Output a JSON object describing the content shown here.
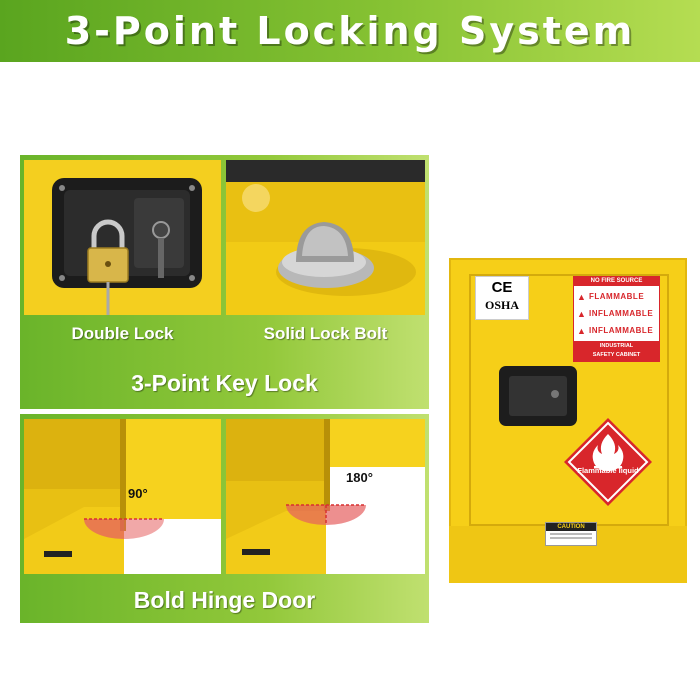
{
  "header": {
    "title": "3-Point Locking System"
  },
  "panels": {
    "lock": {
      "left_caption": "Double Lock",
      "right_caption": "Solid Lock Bolt",
      "title": "3-Point Key Lock"
    },
    "hinge": {
      "left_angle": "90°",
      "right_angle": "180°",
      "title": "Bold Hinge Door"
    }
  },
  "cabinet": {
    "ce_mark": "CE",
    "osha_mark": "OSHA",
    "warning_header": "NO FIRE SOURCE",
    "warning_lines": [
      "FLAMMABLE",
      "INFLAMMABLE",
      "INFLAMMABLE"
    ],
    "warning_footer": [
      "INDUSTRIAL",
      "SAFETY CABINET"
    ],
    "diamond_label": "Flammable liquid",
    "caution_label": "CAUTION"
  },
  "colors": {
    "green_dark": "#5aa51f",
    "green_light": "#b5dd52",
    "cabinet_yellow": "#f6cf18",
    "hazard_red": "#d8262b"
  },
  "icons": [
    "padlock-icon",
    "key-icon",
    "flame-icon",
    "warning-triangle-icon"
  ]
}
